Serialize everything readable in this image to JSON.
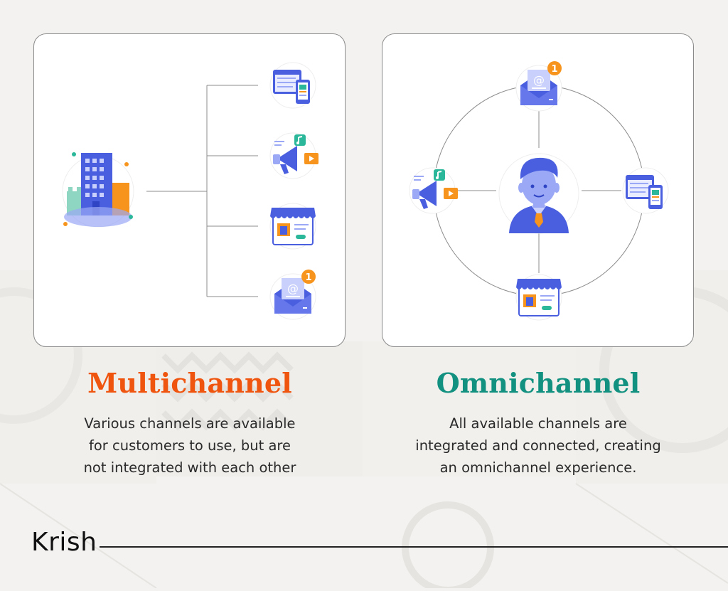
{
  "multichannel": {
    "title": "Multichannel",
    "title_color": "#f0550f",
    "description": [
      "Various channels are available",
      "for customers to use, but are",
      "not integrated with each other"
    ]
  },
  "omnichannel": {
    "title": "Omnichannel",
    "title_color": "#139180",
    "description": [
      "All available channels are",
      "integrated and connected, creating",
      "an omnichannel experience."
    ]
  },
  "icons": {
    "business": "office-building-icon",
    "web": "website-mobile-icon",
    "social": "megaphone-media-icon",
    "store": "online-store-icon",
    "email": "email-notification-icon",
    "customer": "customer-avatar-icon"
  },
  "email_badge": "1",
  "brand": {
    "name": "Krish"
  },
  "colors": {
    "blue": "#4a5fe0",
    "light_blue": "#9aa8f5",
    "orange": "#f7941d",
    "teal": "#2bb89a"
  }
}
